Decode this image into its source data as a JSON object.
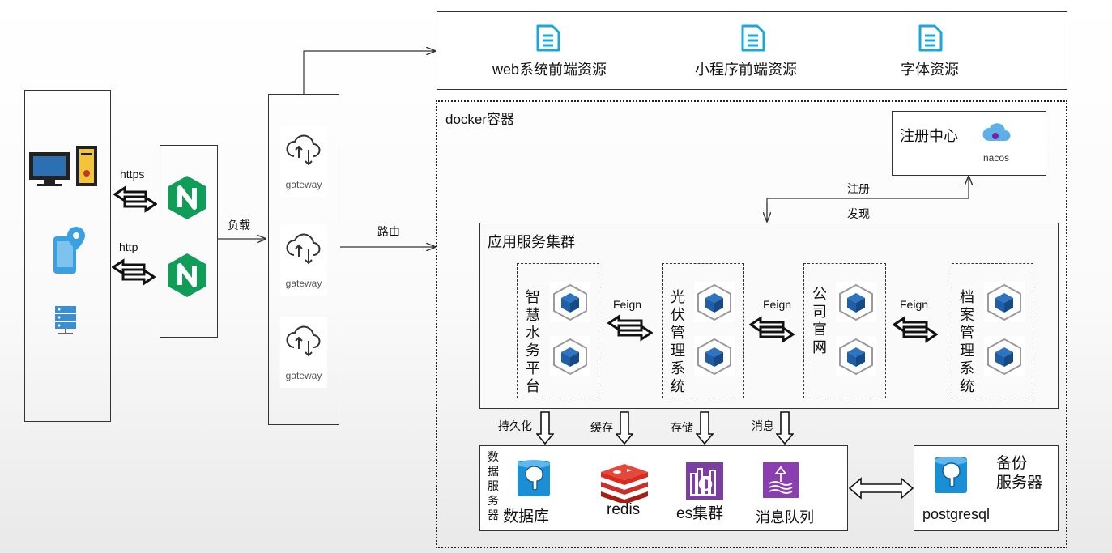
{
  "static_resources": {
    "items": [
      {
        "label": "web系统前端资源",
        "icon": "document-icon"
      },
      {
        "label": "小程序前端资源",
        "icon": "document-icon"
      },
      {
        "label": "字体资源",
        "icon": "document-icon"
      }
    ]
  },
  "clients": {
    "icons": [
      "desktop-computer-icon",
      "mobile-location-icon",
      "server-rack-icon"
    ]
  },
  "protocols": {
    "https": "https",
    "http": "http"
  },
  "nginx": {
    "icon": "nginx-icon"
  },
  "edges": {
    "load": "负载",
    "route": "路由",
    "register": "注册",
    "discover": "发现",
    "persist": "持久化",
    "cache": "缓存",
    "store": "存储",
    "message": "消息"
  },
  "gateway": {
    "nodes": [
      {
        "label": "gateway"
      },
      {
        "label": "gateway"
      },
      {
        "label": "gateway"
      }
    ]
  },
  "docker": {
    "title": "docker容器"
  },
  "registry": {
    "title": "注册中心",
    "nacos_label": "nacos"
  },
  "cluster": {
    "title": "应用服务集群",
    "feign": [
      "Feign",
      "Feign",
      "Feign"
    ],
    "services": [
      {
        "name": [
          "智",
          "慧",
          "水",
          "务",
          "平",
          "台"
        ]
      },
      {
        "name": [
          "光",
          "伏",
          "管",
          "理",
          "系",
          "统"
        ]
      },
      {
        "name": [
          "公",
          "司",
          "官",
          "网"
        ]
      },
      {
        "name": [
          "档",
          "案",
          "管",
          "理",
          "系",
          "统"
        ]
      }
    ]
  },
  "data_servers": {
    "title": [
      "数",
      "据",
      "服",
      "务",
      "器"
    ],
    "items": [
      {
        "label": "数据库",
        "icon": "postgresql-icon"
      },
      {
        "label": "redis",
        "icon": "redis-icon"
      },
      {
        "label": "es集群",
        "icon": "elasticsearch-icon"
      },
      {
        "label": "消息队列",
        "icon": "message-queue-icon"
      }
    ]
  },
  "backup": {
    "title_line1": "备份",
    "title_line2": "服务器",
    "db_label": "postgresql"
  },
  "colors": {
    "document": "#1aa7d9",
    "nginx": "#0f9d58",
    "cube": "#1f5fa8",
    "redis": "#c9302c",
    "es": "#7a3fa0",
    "mq": "#8a3fb0",
    "pg": "#1a8fd6"
  }
}
